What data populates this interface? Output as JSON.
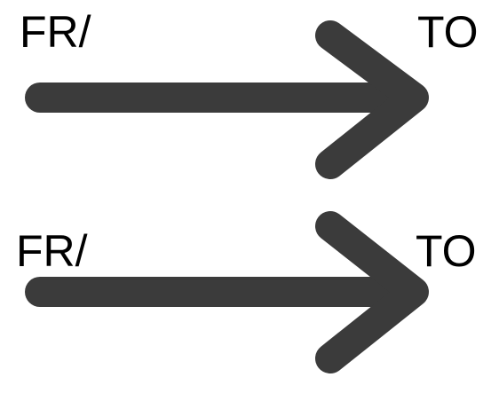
{
  "arrows": [
    {
      "from_label": "FR/",
      "to_label": "TO",
      "icon": "right-arrow-icon",
      "color": "#3b3b3b"
    },
    {
      "from_label": "FR/",
      "to_label": "TO",
      "icon": "right-arrow-icon",
      "color": "#3b3b3b"
    }
  ]
}
